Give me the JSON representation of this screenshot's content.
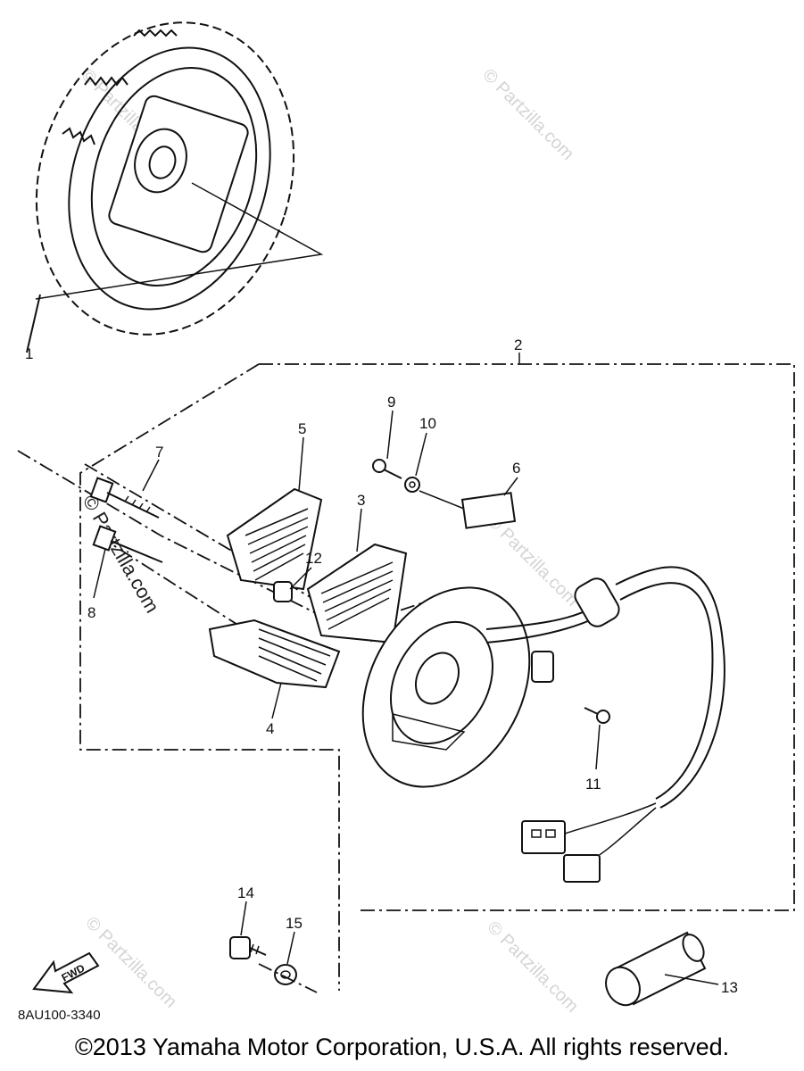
{
  "diagram": {
    "callouts": [
      "1",
      "2",
      "3",
      "4",
      "5",
      "6",
      "7",
      "8",
      "9",
      "10",
      "11",
      "12",
      "13",
      "14",
      "15"
    ],
    "part_code": "8AU100-3340",
    "fwd_label": "FWD",
    "watermark": "© Partzilla.com"
  },
  "footer": {
    "copyright": "©2013  Yamaha Motor Corporation, U.S.A. All rights reserved."
  }
}
